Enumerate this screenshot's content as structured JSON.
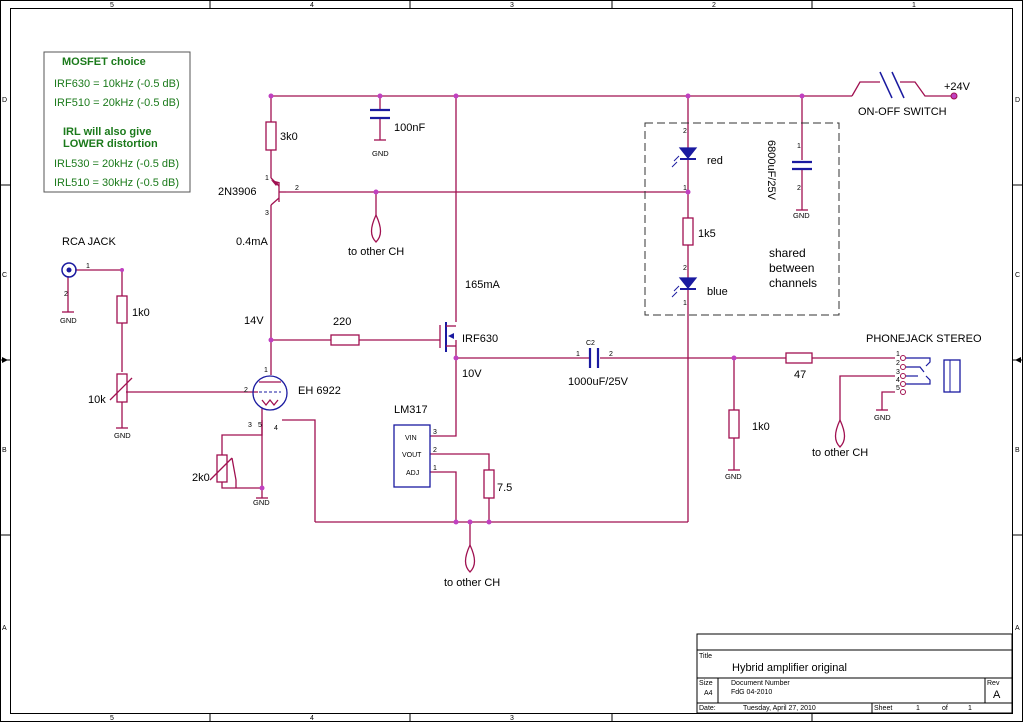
{
  "border": {
    "col_labels": [
      "5",
      "4",
      "3",
      "2",
      "1"
    ],
    "row_labels": [
      "D",
      "C",
      "B",
      "A"
    ]
  },
  "note": {
    "title": "MOSFET choice",
    "line1": "IRF630 = 10kHz (-0.5 dB)",
    "line2": "IRF510 = 20kHz (-0.5 dB)",
    "irl_title1": "IRL will also give",
    "irl_title2": "LOWER distortion",
    "line3": "IRL530 = 20kHz (-0.5 dB)",
    "line4": "IRL510 = 30kHz (-0.5 dB)"
  },
  "components": {
    "r_3k0": "3k0",
    "c_100n": "100nF",
    "q_2n3906": "2N3906",
    "current_04": "0.4mA",
    "rca": "RCA JACK",
    "r_1k0_in": "1k0",
    "pot_10k": "10k",
    "v_14": "14V",
    "r_220": "220",
    "tube": "EH 6922",
    "pot_2k0": "2k0",
    "current_165": "165mA",
    "mosfet": "IRF630",
    "v_10": "10V",
    "lm317": "LM317",
    "vin": "VIN",
    "vout": "VOUT",
    "adj": "ADJ",
    "r_75": "7.5",
    "c2_ref": "C2",
    "c2_val": "1000uF/25V",
    "r_1k0_out": "1k0",
    "r_47": "47",
    "phonejack": "PHONEJACK STEREO",
    "led_red": "red",
    "r_1k5": "1k5",
    "led_blue": "blue",
    "c_6800": "6800uF/25V",
    "shared1": "shared",
    "shared2": "between",
    "shared3": "channels",
    "switch": "ON-OFF SWITCH",
    "supply": "+24V",
    "gnd": "GND",
    "other_ch": "to other CH"
  },
  "title_block": {
    "title_label": "Title",
    "title": "Hybrid amplifier original",
    "size_label": "Size",
    "size": "A4",
    "docnum_label": "Document Number",
    "docnum": "FdG 04-2010",
    "rev_label": "Rev",
    "rev": "A",
    "date_label": "Date:",
    "date": "Tuesday, April 27, 2010",
    "sheet_label": "Sheet",
    "sheet": "1",
    "of_label": "of",
    "of": "1"
  },
  "colors": {
    "wire": "#a01050",
    "cap": "#1a1aa0",
    "note": "#1b7a1b"
  }
}
